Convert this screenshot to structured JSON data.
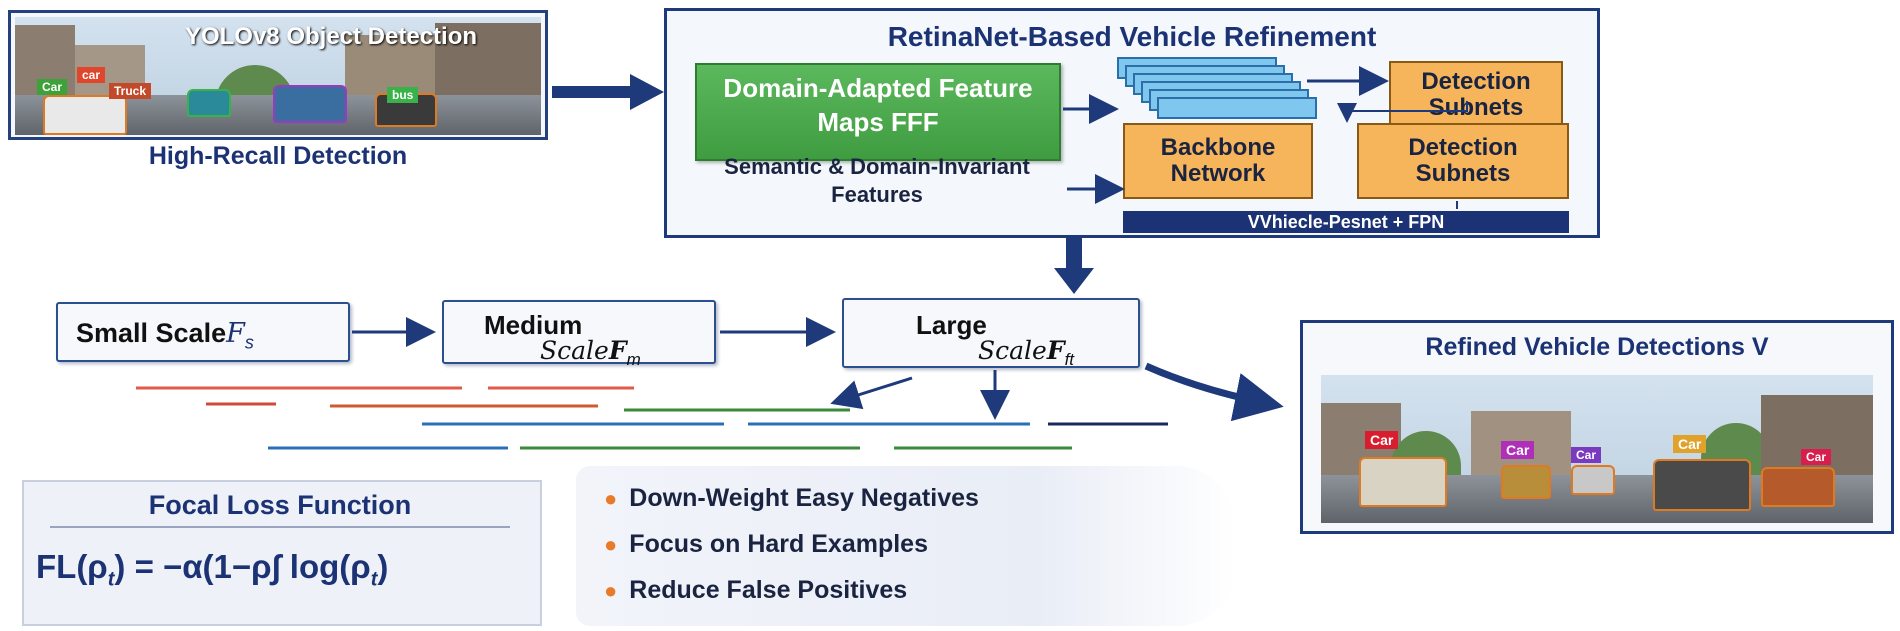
{
  "yolo": {
    "title": "YOLOv8 Object Detection",
    "caption": "High-Recall Detection",
    "tags": [
      "car",
      "Car",
      "Truck",
      "bus"
    ]
  },
  "retina": {
    "title": "RetinaNet-Based Vehicle Refinement",
    "domain_box": "Domain-Adapted Feature Maps FFF",
    "semantic_text": "Semantic & Domain-Invariant Features",
    "detection_top": "Detection Subnets",
    "backbone": "Backbone Network",
    "detection_bottom": "Detection Subnets",
    "bar": "VVhiecle-Pesnet + FPN"
  },
  "scales": {
    "small": {
      "label": "Small Scale",
      "sym": "F",
      "sub": "s"
    },
    "medium": {
      "label": "Medium",
      "label2": "Scale",
      "sym": "F",
      "sub": "m"
    },
    "large": {
      "label": "Large",
      "label2": "Scale",
      "sym": "F",
      "sub": "ft"
    }
  },
  "focal": {
    "title": "Focal Loss Function",
    "formula_lhs": "FL(ρ",
    "formula_lhs_sub": "t",
    "formula_rhs": ") = −α(1−ρ∫ log(ρ",
    "formula_rhs_sub": "t",
    "formula_end": ")",
    "bullets": [
      "Down-Weight Easy Negatives",
      "Focus on Hard Examples",
      "Reduce False Positives"
    ]
  },
  "refined": {
    "title": "Refined Vehicle Detections V",
    "tags": [
      "Car",
      "Car",
      "Car",
      "Car",
      "Car"
    ]
  },
  "colors": {
    "navy": "#1b3274",
    "green": "#3f9c40",
    "orange": "#f6b55b",
    "bullet": "#e87a2a"
  }
}
